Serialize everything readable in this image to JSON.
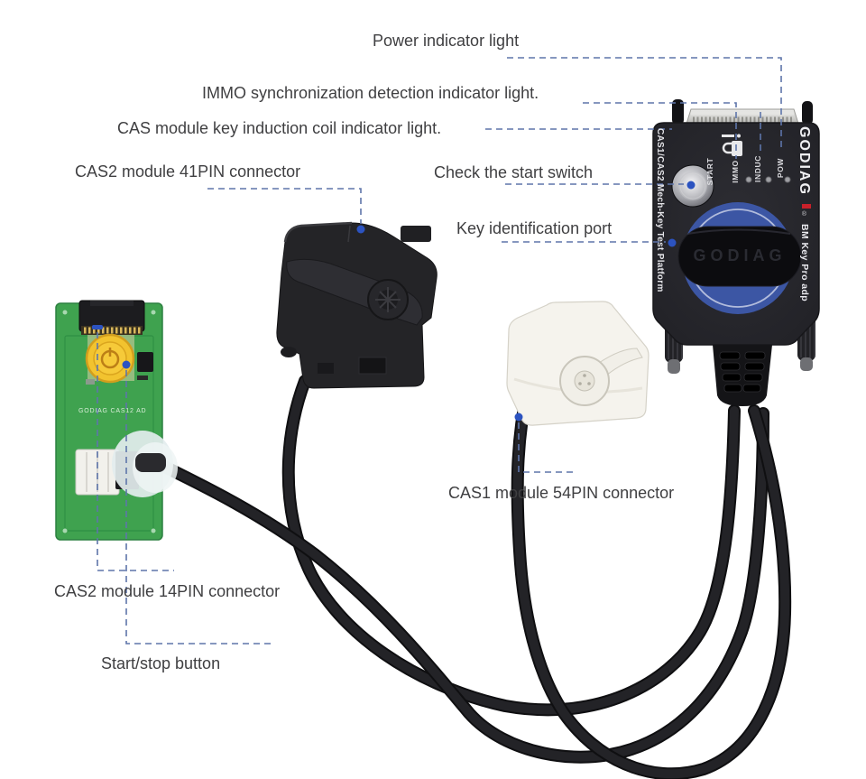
{
  "figure": {
    "background": "#ffffff"
  },
  "callouts": {
    "power": "Power indicator light",
    "immo": "IMMO synchronization detection indicator light.",
    "induction": "CAS module key induction coil indicator light.",
    "cas2_41pin": "CAS2 module 41PIN connector",
    "check_start": "Check the start switch",
    "key_port": "Key identification port",
    "cas1_54pin": "CAS1 module 54PIN connector",
    "cas2_14pin": "CAS2 module 14PIN connector",
    "start_stop": "Start/stop button"
  },
  "device": {
    "brand": "GODIAG",
    "reg": "®",
    "model": "BM Key Pro adp",
    "side_label": "CAS1/CAS2 Mech-Key Test Platform",
    "leds": [
      "START",
      "IMMO",
      "INDUC",
      "POW"
    ],
    "slot_text": "GODIAG"
  },
  "pcb": {
    "silkscreen": "GODIAG CAS12 AD"
  },
  "colors": {
    "callout_line": "#5e75aa",
    "callout_dot": "#2c53c0",
    "label_text": "#3f3f41",
    "pcb_green": "#3fa24f",
    "button_yellow": "#f2c32f",
    "device_body": "#28282d",
    "device_blue": "#3c56a4",
    "logo_red": "#c8202a",
    "cable_black": "#1d1d20",
    "connector_white": "#f5f3ed"
  }
}
